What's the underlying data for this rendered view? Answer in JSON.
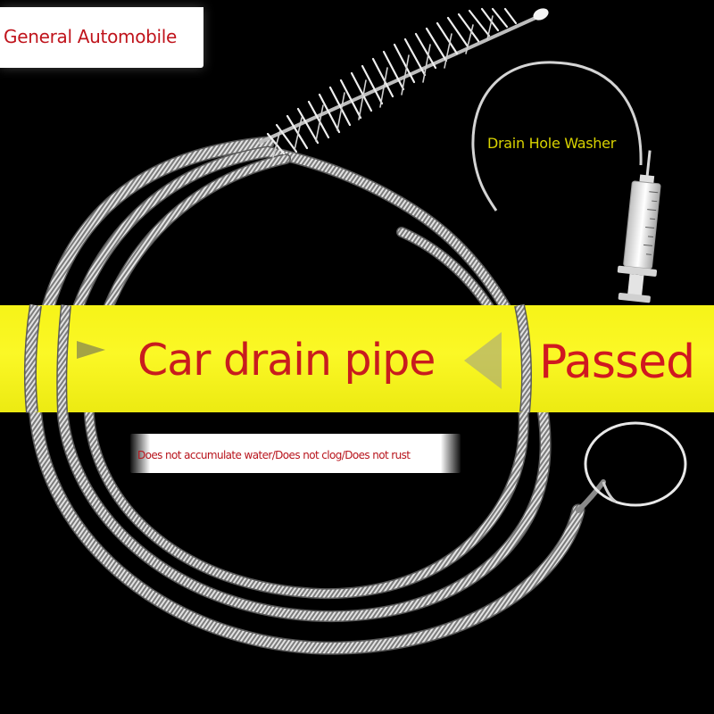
{
  "brand": {
    "label": "General Automobile"
  },
  "headline": {
    "text": "Car drain pipe",
    "badge": "Passed"
  },
  "subtitle": {
    "text": "Does not accumulate water/Does not clog/Does not rust"
  },
  "accessory": {
    "label": "Drain Hole Washer"
  },
  "colors": {
    "background": "#000000",
    "band_yellow": "#f6f318",
    "text_red": "#c81c1e",
    "label_yellow": "#d8d200",
    "panel_white": "#ffffff"
  },
  "icons": [
    "coil-spring-cable",
    "bristle-brush",
    "wire-loop-handle",
    "syringe",
    "flexible-tube"
  ]
}
